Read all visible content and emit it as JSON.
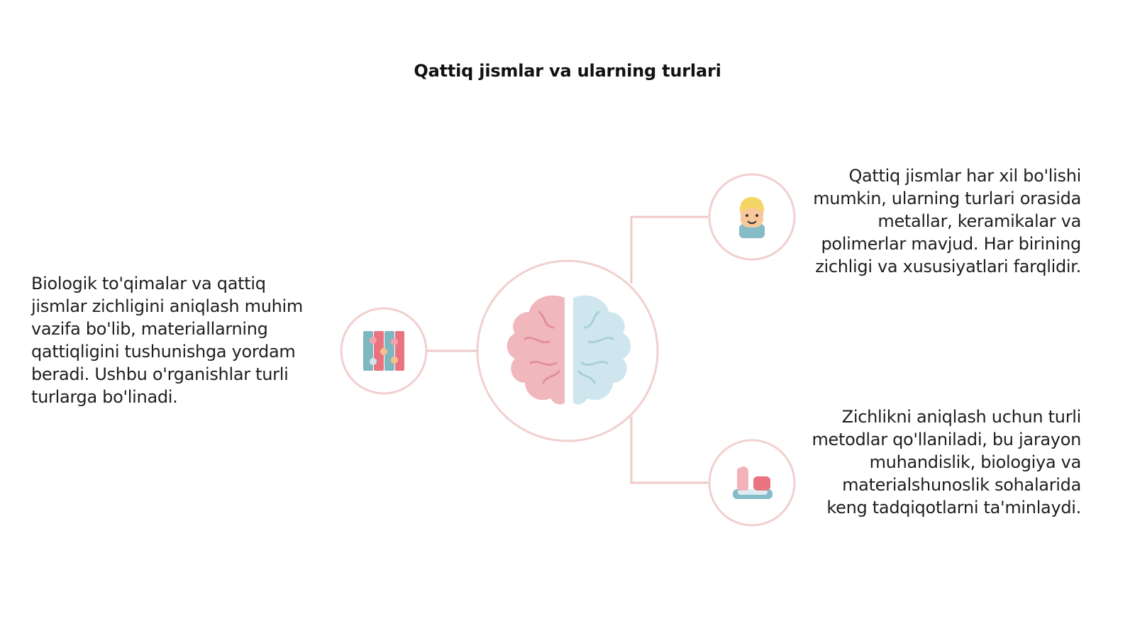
{
  "title": "Qattiq jismlar va ularning turlari",
  "colors": {
    "circle_stroke": "#f2cfcf",
    "connector": "#efc9c9",
    "brain_left": "#f0b7bd",
    "brain_right": "#cfe6ee"
  },
  "nodes": {
    "center": {
      "icon": "brain-icon"
    },
    "left": {
      "icon": "puzzle-icon",
      "text": "Biologik to'qimalar va qattiq jismlar zichligini aniqlash muhim vazifa bo'lib, materiallarning qattiqligini tushunishga yordam beradi. Ushbu o'rganishlar turli turlarga bo'linadi."
    },
    "right_top": {
      "icon": "person-icon",
      "text": "Qattiq jismlar har xil bo'lishi mumkin, ularning turlari orasida metallar, keramikalar va polimerlar mavjud. Har birining zichligi va xususiyatlari farqlidir."
    },
    "right_bottom": {
      "icon": "blocks-icon",
      "text": "Zichlikni aniqlash uchun turli metodlar qo'llaniladi, bu jarayon muhandislik, biologiya va materialshunoslik sohalarida keng tadqiqotlarni ta'minlaydi."
    }
  }
}
